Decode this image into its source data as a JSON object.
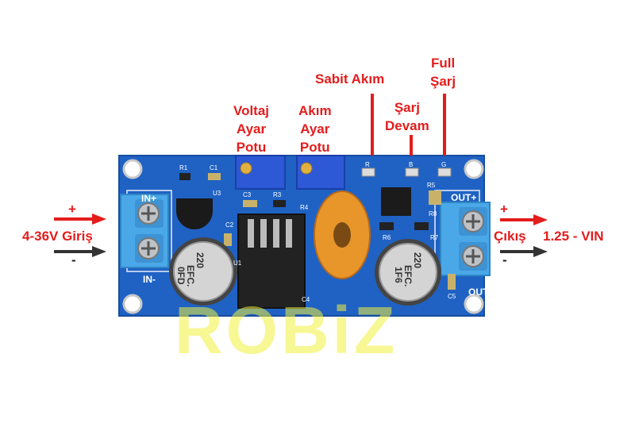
{
  "labels": {
    "voltage_pot": [
      "Voltaj",
      "Ayar",
      "Potu"
    ],
    "current_pot": [
      "Akım",
      "Ayar",
      "Potu"
    ],
    "constant_current": "Sabit Akım",
    "charging": [
      "Şarj",
      "Devam"
    ],
    "full_charge": [
      "Full",
      "Şarj"
    ],
    "input": "4-36V Giriş",
    "output": "Çıkış",
    "output_range": "1.25 - VIN",
    "plus": "+",
    "minus": "-"
  },
  "board": {
    "in_plus": "IN+",
    "in_minus": "IN-",
    "out_plus": "OUT+",
    "out_minus": "OUT-",
    "cap_text": [
      "220",
      "EFC.",
      "0FD"
    ],
    "cap_text_right": [
      "220",
      "EFC.",
      "1F6"
    ],
    "silk": [
      "R1",
      "C1",
      "U3",
      "C3",
      "R3",
      "R4",
      "R",
      "B",
      "G",
      "R5",
      "R6",
      "R7",
      "R8",
      "C2",
      "C4",
      "C5",
      "U1"
    ]
  },
  "watermark": "ROBiZ",
  "colors": {
    "board": "#1f62c4",
    "label": "#e41c1c",
    "arrow_plus": "#e41c1c",
    "arrow_minus": "#333333",
    "terminal": "#4aa8e8",
    "inductor": "#e8962a"
  }
}
